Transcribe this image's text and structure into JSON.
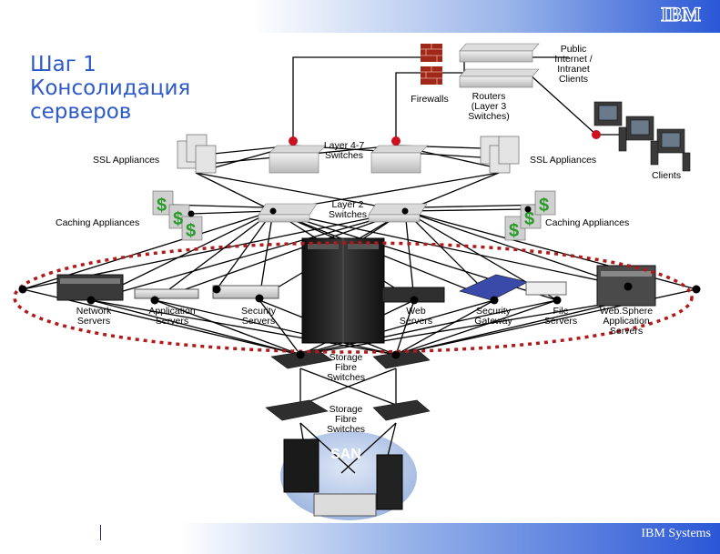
{
  "slide": {
    "title": "Шаг 1\nКонсолидация\nсерверов",
    "footer": "IBM Systems",
    "logo_text": "IBM"
  },
  "labels": {
    "public": "Public\nInternet /\nIntranet\nClients",
    "firewalls": "Firewalls",
    "routers": "Routers\n(Layer 3\nSwitches)",
    "layer47": "Layer 4-7\nSwitches",
    "ssl_left": "SSL Appliances",
    "ssl_right": "SSL Appliances",
    "clients": "Clients",
    "caching_left": "Caching Appliances",
    "caching_right": "Caching Appliances",
    "layer2": "Layer 2\nSwitches",
    "network": "Network\nServers",
    "application": "Application\nServers",
    "security": "Security\nServers",
    "web": "Web\nServers",
    "secgw": "Security\nGateway",
    "file": "File\nServers",
    "websphere": "Web.Sphere\nApplication\nServers",
    "storage1": "Storage\nFibre\nSwitches",
    "storage2": "Storage\nFibre\nSwitches",
    "san": "SAN"
  },
  "colors": {
    "title": "#2e59c9",
    "ring": "#b01a1a",
    "node_dot": "#cc1020",
    "band": "#2a57d6"
  }
}
